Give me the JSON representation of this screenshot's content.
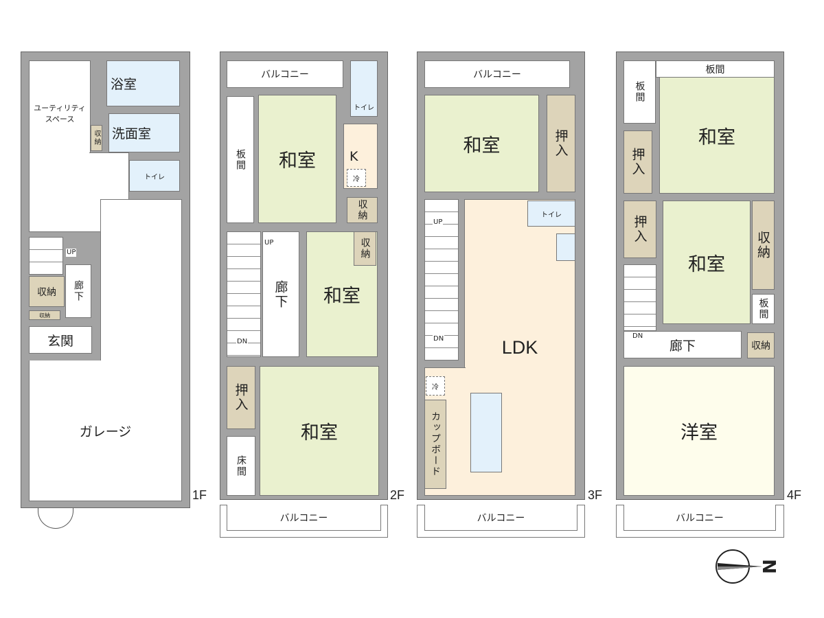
{
  "floors": {
    "f1": {
      "label": "1F",
      "utility": "ユーティリティ\nスペース",
      "bath": "浴室",
      "washroom": "洗面室",
      "storage_small": "収納",
      "toilet": "トイレ",
      "up": "UP",
      "hallway": "廊下",
      "storage": "収納",
      "storage_tiny": "収納",
      "entrance": "玄関",
      "garage": "ガレージ"
    },
    "f2": {
      "label": "2F",
      "balcony_top": "バルコニー",
      "toilet": "トイレ",
      "wood_floor": "板間",
      "washitsu1": "和室",
      "kitchen": "K",
      "fridge": "冷",
      "storage1": "収納",
      "storage2": "収納",
      "up": "UP",
      "hallway": "廊下",
      "washitsu2": "和室",
      "dn": "DN",
      "closet": "押入",
      "tokonoma": "床間",
      "washitsu3": "和室",
      "balcony_bottom": "バルコニー"
    },
    "f3": {
      "label": "3F",
      "balcony_top": "バルコニー",
      "washitsu": "和室",
      "closet": "押入",
      "up": "UP",
      "toilet": "トイレ",
      "ldk": "LDK",
      "dn": "DN",
      "fridge": "冷",
      "cupboard": "カップボード",
      "balcony_bottom": "バルコニー"
    },
    "f4": {
      "label": "4F",
      "wood_floor_top": "板間",
      "wood_floor_left": "板間",
      "washitsu1": "和室",
      "closet1": "押入",
      "closet2": "押入",
      "washitsu2": "和室",
      "storage1": "収納",
      "wood_floor_right": "板間",
      "dn": "DN",
      "hallway": "廊下",
      "storage2": "収納",
      "western_room": "洋室",
      "balcony_bottom": "バルコニー"
    }
  },
  "compass": {
    "north_label": "N"
  },
  "colors": {
    "wall": "#a3a3a3",
    "tatami": "#eaf1cf",
    "storage": "#ddd4ba",
    "wet_room": "#e3f1fb",
    "ldk": "#fdf0dc",
    "western": "#fefdec"
  }
}
